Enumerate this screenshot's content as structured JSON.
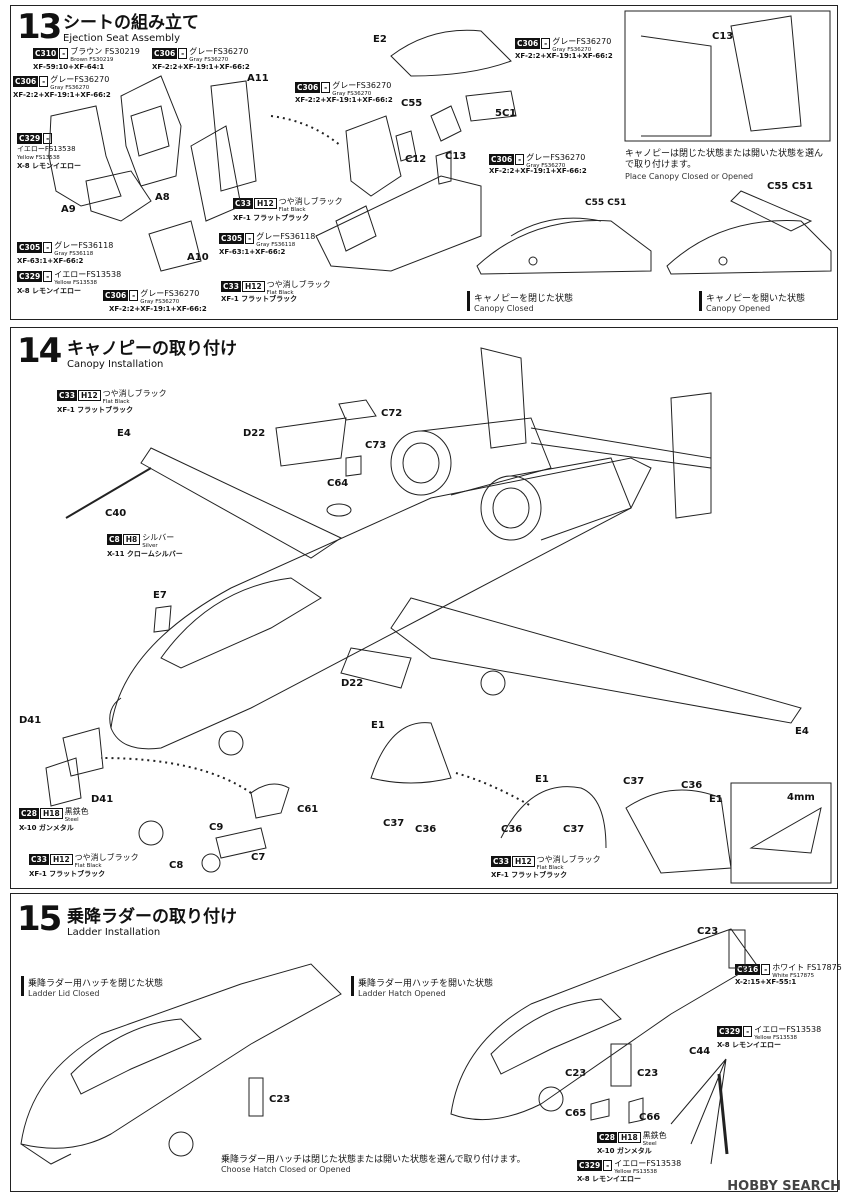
{
  "step13": {
    "num": "13",
    "title_jp": "シートの組み立て",
    "title_en": "Ejection Seat Assembly",
    "parts": [
      "A11",
      "A8",
      "A9",
      "A10",
      "E2",
      "5C1",
      "C55",
      "C12",
      "C13",
      "C55 C51",
      "C13"
    ],
    "caption_place_jp": "キャノピーは閉じた状態または開いた状態を選んで取り付けます。",
    "caption_place_en": "Place Canopy Closed or Opened",
    "closed_jp": "キャノピーを閉じた状態",
    "closed_en": "Canopy Closed",
    "opened_jp": "キャノピーを開いた状態",
    "opened_en": "Canopy Opened"
  },
  "paints13": [
    {
      "c": "C310",
      "h": "-",
      "jp": "ブラウン FS30219",
      "en": "Brown FS30219",
      "mix": "XF-59:10+XF-64:1"
    },
    {
      "c": "C306",
      "h": "-",
      "jp": "グレーFS36270",
      "en": "Gray FS36270",
      "mix": "XF-2:2+XF-19:1+XF-66:2"
    },
    {
      "c": "C306",
      "h": "-",
      "jp": "グレーFS36270",
      "en": "Gray FS36270",
      "mix": "XF-2:2+XF-19:1+XF-66:2"
    },
    {
      "c": "C329",
      "h": "-",
      "jp": "イエローFS13538",
      "en": "Yellow FS13538",
      "mix": "X-8 レモンイエロー"
    },
    {
      "c": "C305",
      "h": "-",
      "jp": "グレーFS36118",
      "en": "Gray FS36118",
      "mix": "XF-63:1+XF-66:2"
    },
    {
      "c": "C329",
      "h": "-",
      "jp": "イエローFS13538",
      "en": "Yellow FS13538",
      "mix": "X-8 レモンイエロー"
    },
    {
      "c": "C306",
      "h": "-",
      "jp": "グレーFS36270",
      "en": "Gray FS36270",
      "mix": "XF-2:2+XF-19:1+XF-66:2"
    },
    {
      "c": "C33",
      "h": "H12",
      "jp": "つや消しブラック",
      "en": "Flat Black",
      "mix": "XF-1 フラットブラック"
    },
    {
      "c": "C305",
      "h": "-",
      "jp": "グレーFS36118",
      "en": "Gray FS36118",
      "mix": "XF-63:1+XF-66:2"
    },
    {
      "c": "C33",
      "h": "H12",
      "jp": "つや消しブラック",
      "en": "Flat Black",
      "mix": "XF-1 フラットブラック"
    },
    {
      "c": "C306",
      "h": "-",
      "jp": "グレーFS36270",
      "en": "Gray FS36270",
      "mix": "XF-2:2+XF-19:1+XF-66:2"
    },
    {
      "c": "C306",
      "h": "-",
      "jp": "グレーFS36270",
      "en": "Gray FS36270",
      "mix": "XF-2:2+XF-19:1+XF-66:2"
    },
    {
      "c": "C306",
      "h": "-",
      "jp": "グレーFS36270",
      "en": "Gray FS36270",
      "mix": "XF-2:2+XF-19:1+XF-66:2"
    }
  ],
  "step14": {
    "num": "14",
    "title_jp": "キャノピーの取り付け",
    "title_en": "Canopy Installation",
    "parts": [
      "E4",
      "D22",
      "C72",
      "C73",
      "C64",
      "C40",
      "E7",
      "D22",
      "E4",
      "D41",
      "D41",
      "C61",
      "C9",
      "C8",
      "C7",
      "E1",
      "C37",
      "C36",
      "E1",
      "C36",
      "C37",
      "C37",
      "C36",
      "E1",
      "4mm"
    ]
  },
  "paints14": [
    {
      "c": "C33",
      "h": "H12",
      "jp": "つや消しブラック",
      "en": "Flat Black",
      "mix": "XF-1 フラットブラック"
    },
    {
      "c": "C8",
      "h": "H8",
      "jp": "シルバー",
      "en": "Silver",
      "mix": "X-11 クロームシルバー"
    },
    {
      "c": "C28",
      "h": "H18",
      "jp": "黒鉄色",
      "en": "Steel",
      "mix": "X-10 ガンメタル"
    },
    {
      "c": "C33",
      "h": "H12",
      "jp": "つや消しブラック",
      "en": "Flat Black",
      "mix": "XF-1 フラットブラック"
    },
    {
      "c": "C33",
      "h": "H12",
      "jp": "つや消しブラック",
      "en": "Flat Black",
      "mix": "XF-1 フラットブラック"
    }
  ],
  "step15": {
    "num": "15",
    "title_jp": "乗降ラダーの取り付け",
    "title_en": "Ladder Installation",
    "closed_jp": "乗降ラダー用ハッチを閉じた状態",
    "closed_en": "Ladder Lid Closed",
    "opened_jp": "乗降ラダー用ハッチを開いた状態",
    "opened_en": "Ladder Hatch Opened",
    "choose_jp": "乗降ラダー用ハッチは閉じた状態または開いた状態を選んで取り付けます。",
    "choose_en": "Choose Hatch Closed or Opened",
    "parts": [
      "C23",
      "C23",
      "C23",
      "C44",
      "C23",
      "C65",
      "C66"
    ]
  },
  "paints15": [
    {
      "c": "C316",
      "h": "-",
      "jp": "ホワイト FS17875",
      "en": "White FS17875",
      "mix": "X-2:15+XF-55:1"
    },
    {
      "c": "C329",
      "h": "-",
      "jp": "イエローFS13538",
      "en": "Yellow FS13538",
      "mix": "X-8 レモンイエロー"
    },
    {
      "c": "C28",
      "h": "H18",
      "jp": "黒鉄色",
      "en": "Steel",
      "mix": "X-10 ガンメタル"
    },
    {
      "c": "C329",
      "h": "-",
      "jp": "イエローFS13538",
      "en": "Yellow FS13538",
      "mix": "X-8 レモンイエロー"
    }
  ],
  "watermark": "HOBBY SEARCH"
}
